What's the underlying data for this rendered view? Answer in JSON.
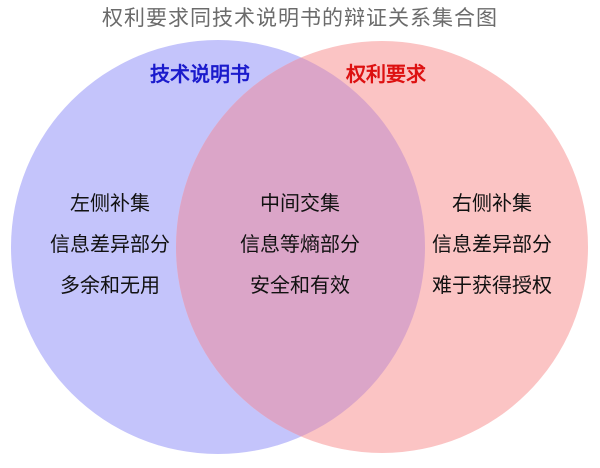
{
  "title": "权利要求同技术说明书的辩证关系集合图",
  "left_set": {
    "label": "技术说明书",
    "label_color": "#1a1acc",
    "fill_color": "#c4c4fb"
  },
  "right_set": {
    "label": "权利要求",
    "label_color": "#dd1111",
    "fill_color": "#fbc4c4"
  },
  "overlap_fill_color": "#dba5c8",
  "regions": {
    "left": [
      "左侧补集",
      "信息差异部分",
      "多余和无用"
    ],
    "middle": [
      "中间交集",
      "信息等熵部分",
      "安全和有效"
    ],
    "right": [
      "右侧补集",
      "信息差异部分",
      "难于获得授权"
    ]
  }
}
